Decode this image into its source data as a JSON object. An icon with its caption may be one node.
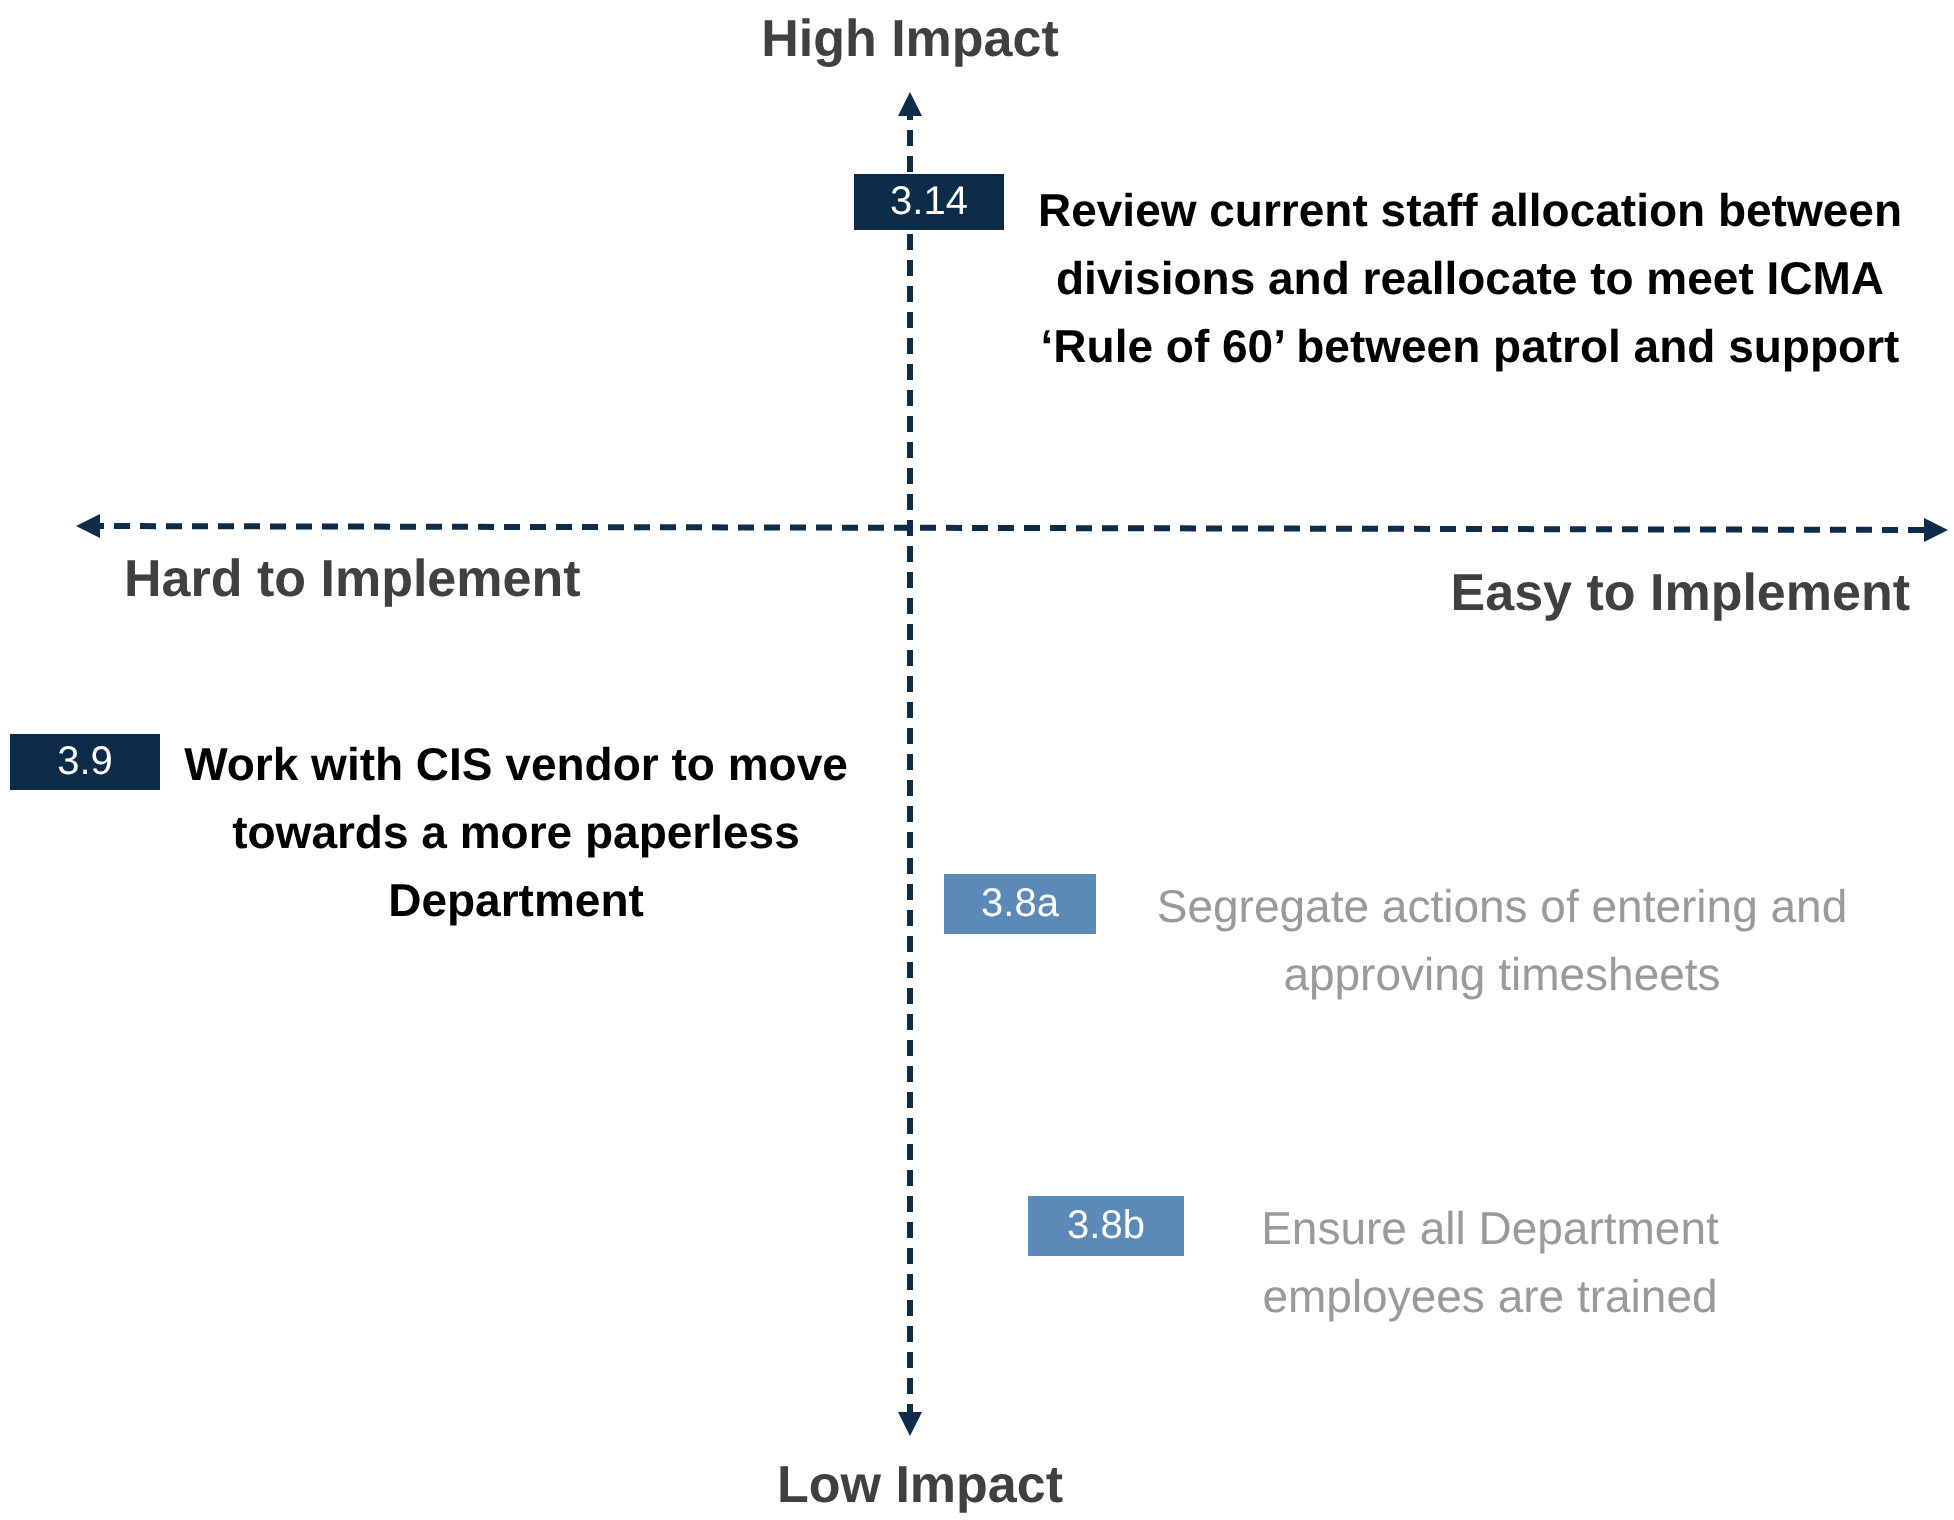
{
  "diagram": {
    "nodes": [
      {
        "text": [
          "3.14"
        ],
        "beside": [
          "Review current staff allocation between divisions and reallocate to meet ICMA ‘Rule of 60’ between patrol and support"
        ]
      },
      {
        "text": [
          "3.9"
        ],
        "beside": [
          "Work with CIS vendor to move towards a more paperless Department"
        ]
      },
      {
        "text": [
          "3.8a"
        ],
        "beside": [
          "Segregate actions of entering and approving timesheets"
        ]
      },
      {
        "text": [
          "3.8b"
        ],
        "beside": [
          "Ensure all Department employees are trained"
        ]
      }
    ],
    "edges": [],
    "labels": [
      "High Impact",
      "Hard to Implement",
      "Easy to Implement",
      "Low Impact"
    ]
  }
}
